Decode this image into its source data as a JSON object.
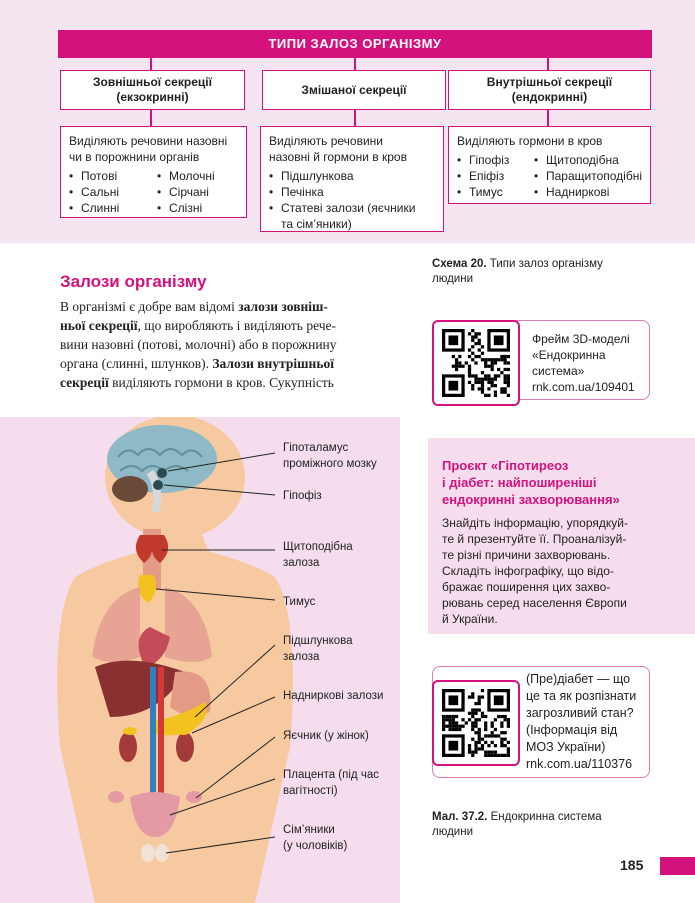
{
  "scheme": {
    "title": "ТИПИ ЗАЛОЗ ОРГАНІЗМУ",
    "types": [
      {
        "line1": "Зовнішньої секреції",
        "line2": "(екзокринні)"
      },
      {
        "line1": "Змішаної секреції",
        "line2": ""
      },
      {
        "line1": "Внутрішньої секреції",
        "line2": "(ендокринні)"
      }
    ],
    "exo": {
      "desc1": "Виділяють речовини назовні",
      "desc2": "чи в порожнини органів",
      "col1": [
        "Потові",
        "Сальні",
        "Слинні"
      ],
      "col2": [
        "Молочні",
        "Сірчані",
        "Слізні"
      ]
    },
    "mixed": {
      "desc1": "Виділяють речовини",
      "desc2": "назовні й гормони в кров",
      "items": [
        "Підшлункова",
        "Печінка",
        "Статеві залози (яєчники",
        "та сім’яники)"
      ]
    },
    "endo": {
      "desc": "Виділяють гормони в кров",
      "col1": [
        "Гіпофіз",
        "Епіфіз",
        "Тимус"
      ],
      "col2": [
        "Щитоподібна",
        "Паращитоподібні",
        "Надниркові"
      ]
    },
    "caption_bold": "Схема 20.",
    "caption_text1": "Типи залоз організму",
    "caption_text2": "людини"
  },
  "section": {
    "title": "Залози організму",
    "p": {
      "l1a": "В організмі є добре вам відомі ",
      "l1b": "залози зовніш-",
      "l2a": "ньої секреції",
      "l2b": ", що виробляють і виділяють рече-",
      "l3": "вини назовні (потові, молочні) або в порожнину",
      "l4a": "органа (слинні, шлунков). ",
      "l4b": "Залози внутрішньої",
      "l5a": "секреції",
      "l5b": " виділяють гормони в кров. Сукупність"
    }
  },
  "qr1": {
    "lines": [
      "Фрейм 3D-моделі",
      "«Ендокринна",
      "система»",
      "rnk.com.ua/109401"
    ]
  },
  "labels": {
    "hypothalamus1": "Гіпоталамус",
    "hypothalamus2": "проміжного мозку",
    "pituitary": "Гіпофіз",
    "thyroid1": "Щитоподібна",
    "thyroid2": "залоза",
    "thymus": "Тимус",
    "pancreas1": "Підшлункова",
    "pancreas2": "залоза",
    "adrenal": "Надниркові залози",
    "ovary": "Яєчник (у жінок)",
    "placenta1": "Плацента (під час",
    "placenta2": "вагітності)",
    "testes1": "Сім’яники",
    "testes2": "(у чоловіків)"
  },
  "project": {
    "title": [
      "Проєкт «Гіпотиреоз",
      "і діабет: найпоширеніші",
      "ендокринні захворювання»"
    ],
    "text": [
      "Знайдіть інформацію, упорядкуй-",
      "те й презентуйте її. Проаналізуй-",
      "те різні причини захворювань.",
      "Складіть інфографіку, що відо-",
      "бражає поширення цих захво-",
      "рювань серед населення Європи",
      "й України."
    ]
  },
  "qr2": {
    "lines": [
      "(Пре)діабет — що",
      "це та як розпізнати",
      "загрозливий стан?",
      "(Інформація від",
      "МОЗ України)",
      "rnk.com.ua/110376"
    ]
  },
  "figure_caption": {
    "bold": "Мал. 37.2.",
    "text1": "Ендокринна система",
    "text2": "людини"
  },
  "page_number": "185",
  "colors": {
    "accent": "#d4127e",
    "band": "#f4e5f0",
    "panel": "#f5ddee",
    "skin": "#f6c9a0"
  }
}
